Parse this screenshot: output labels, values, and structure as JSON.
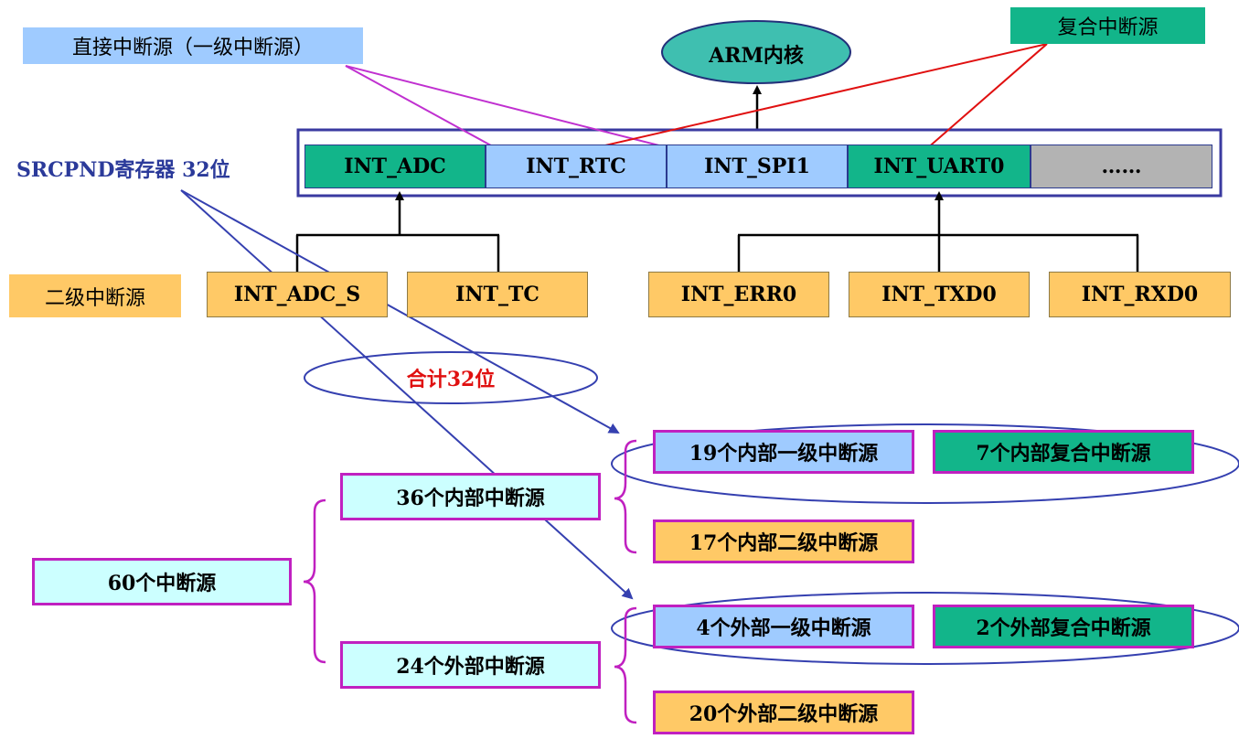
{
  "core_label": "ARM内核",
  "labels": {
    "direct_sources": "直接中断源（一级中断源）",
    "composite_sources": "复合中断源",
    "srcpnd": "SRCPND寄存器 32位",
    "secondary_sources": "二级中断源",
    "total": "合计32位"
  },
  "register_cells": [
    "INT_ADC",
    "INT_RTC",
    "INT_SPI1",
    "INT_UART0",
    "……"
  ],
  "secondary_boxes": [
    "INT_ADC_S",
    "INT_TC",
    "INT_ERR0",
    "INT_TXD0",
    "INT_RXD0"
  ],
  "tree": {
    "root": "60个中断源",
    "internal": "36个内部中断源",
    "external": "24个外部中断源",
    "internal_primary": "19个内部一级中断源",
    "internal_composite": "7个内部复合中断源",
    "internal_secondary": "17个内部二级中断源",
    "external_primary": "4个外部一级中断源",
    "external_composite": "2个外部复合中断源",
    "external_secondary": "20个外部二级中断源"
  },
  "colors": {
    "primary": "#9fcbff",
    "composite": "#12b58a",
    "secondary": "#ffc966",
    "group": "#ccffff",
    "other": "#b3b3b3",
    "magenta_arrow": "#c030d0",
    "red_arrow": "#e01010",
    "blue_line": "#3540b0"
  }
}
